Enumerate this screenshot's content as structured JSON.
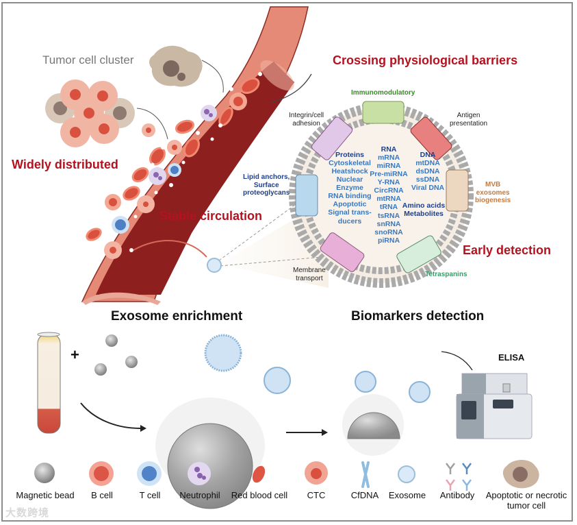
{
  "top_panel": {
    "labels": {
      "tumor_cell_cluster": "Tumor cell cluster",
      "widely_distributed": "Widely distributed",
      "stable_circulation": "Stable circulation",
      "crossing_barriers": "Crossing physiological barriers",
      "early_detection": "Early detection"
    },
    "exosome": {
      "membrane_proteins": [
        {
          "label": "Immunomodulatory",
          "color": "#3a8a2a"
        },
        {
          "label": "Integrin/cell\nadhesion",
          "color": "#222222"
        },
        {
          "label": "Antigen\npresentation",
          "color": "#222222"
        },
        {
          "label": "Lipid anchors,\nSurface\nproteoglycans",
          "color": "#1f3f86"
        },
        {
          "label": "MVB\nexosomes\nbiogenesis",
          "color": "#c87a3c"
        },
        {
          "label": "Membrane\ntransport",
          "color": "#222222"
        },
        {
          "label": "Tetraspanins",
          "color": "#3a9a6a"
        }
      ],
      "cargo": {
        "proteins": {
          "heading": "Proteins",
          "items": [
            "Cytoskeletal",
            "Heatshock",
            "Nuclear",
            "Enzyme",
            "RNA binding",
            "Apoptotic",
            "Signal trans-",
            "ducers"
          ]
        },
        "rna": {
          "heading": "RNA",
          "items": [
            "mRNA",
            "miRNA",
            "Pre-miRNA",
            "Y-RNA",
            "CircRNA",
            "mtRNA",
            "tRNA",
            "tsRNA",
            "snRNA",
            "snoRNA",
            "piRNA"
          ]
        },
        "dna": {
          "heading": "DNA",
          "items": [
            "mtDNA",
            "dsDNA",
            "ssDNA",
            "Viral DNA"
          ]
        },
        "other": [
          "Amino acids",
          "Metabolites"
        ]
      }
    }
  },
  "bottom_panel": {
    "exosome_enrichment": "Exosome enrichment",
    "plus_sign": "+",
    "biomarkers_detection": "Biomarkers detection",
    "elisa": "ELISA"
  },
  "legend": [
    {
      "label": "Magnetic bead",
      "icon": "magnetic-bead-icon"
    },
    {
      "label": "B cell",
      "icon": "b-cell-icon"
    },
    {
      "label": "T cell",
      "icon": "t-cell-icon"
    },
    {
      "label": "Neutrophil",
      "icon": "neutrophil-icon"
    },
    {
      "label": "Red blood cell",
      "icon": "red-blood-cell-icon"
    },
    {
      "label": "CTC",
      "icon": "ctc-icon"
    },
    {
      "label": "CfDNA",
      "icon": "cfdna-icon"
    },
    {
      "label": "Exosome",
      "icon": "exosome-icon"
    },
    {
      "label": "Antibody",
      "icon": "antibody-icon"
    },
    {
      "label": "Apoptotic or necrotic\ntumor cell",
      "icon": "apoptotic-cell-icon"
    }
  ],
  "watermark": "大数跨境",
  "colors": {
    "title_red": "#b3121f",
    "vessel_outer": "#e07a68",
    "vessel_inner": "#8e1f1f",
    "navy_text": "#1f3f86",
    "light_blue_text": "#3a78be"
  }
}
